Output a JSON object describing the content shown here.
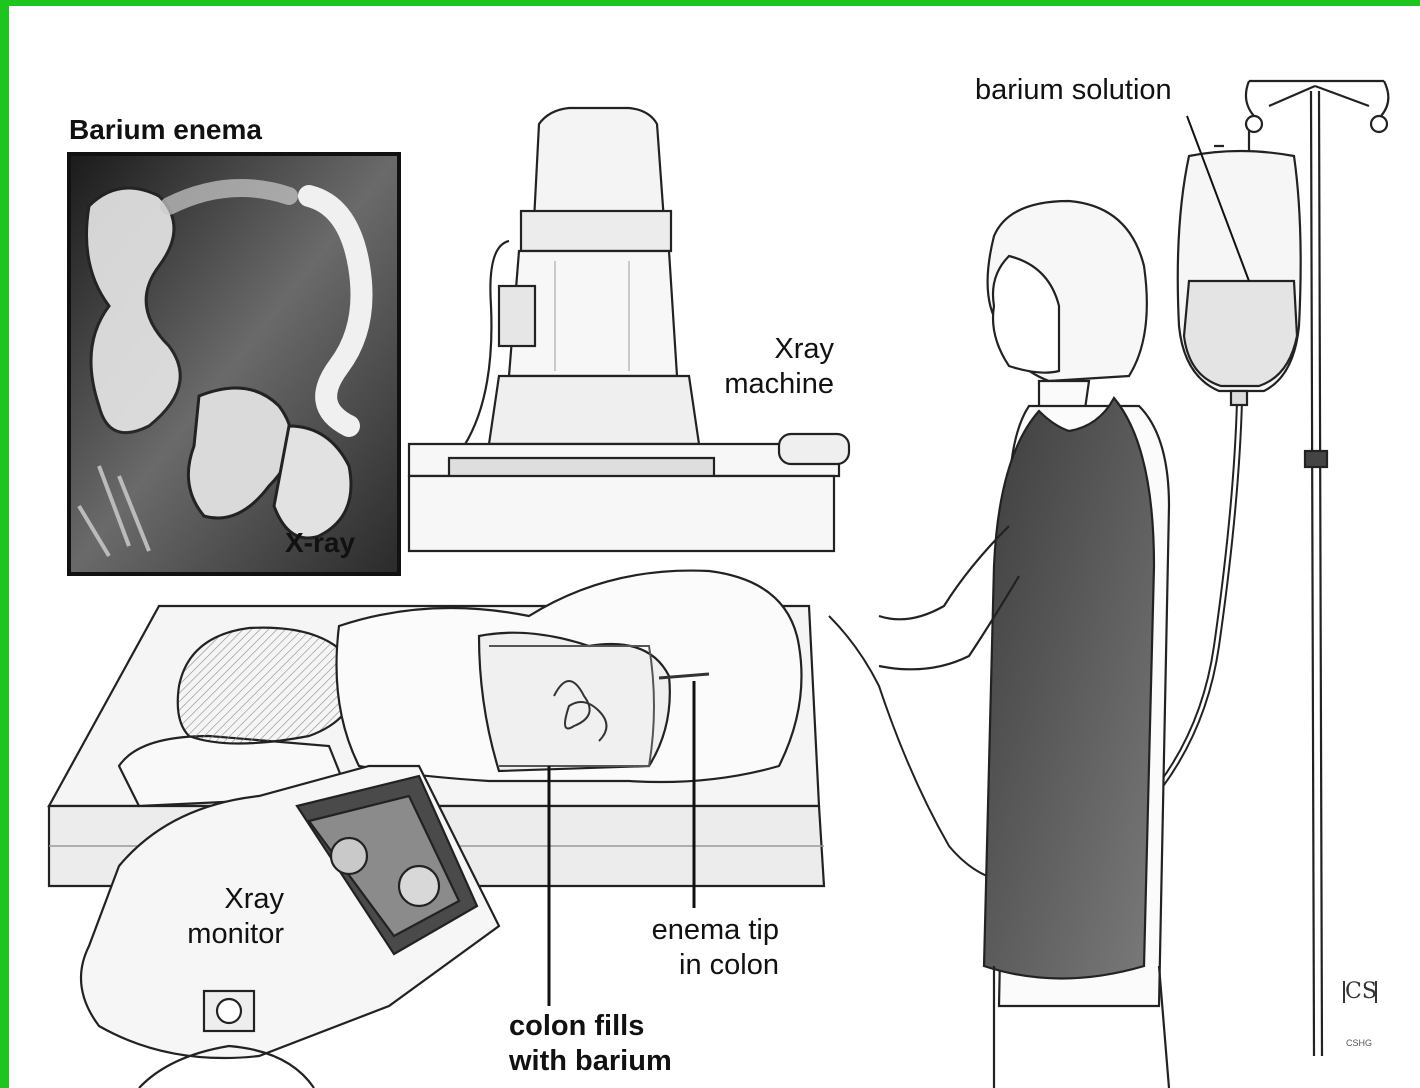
{
  "labels": {
    "inset_title": "Barium enema",
    "xray_machine": [
      "Xray",
      "machine"
    ],
    "barium_solution": "barium solution",
    "inset_xray": "X-ray",
    "xray_monitor": [
      "Xray",
      "monitor"
    ],
    "enema_tip": [
      "enema tip",
      "in colon"
    ],
    "colon_fills": [
      "colon fills",
      "with barium"
    ]
  },
  "signature": {
    "letters": "CS",
    "small": "CSHG"
  },
  "colors": {
    "frame": "#1ec51e",
    "ink": "#111111",
    "line": "#222222",
    "apron": "#555555",
    "bed": "#f1f1f1"
  }
}
